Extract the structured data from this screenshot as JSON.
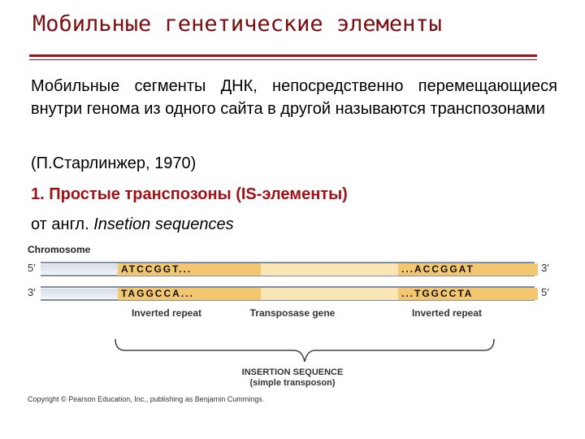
{
  "slide": {
    "title": "Мобильные генетические элементы",
    "paragraph": "Мобильные сегменты ДНК, непосредственно перемещающиеся внутри генома из одного сайта в другой называются транспозонами",
    "citation": "(П.Старлинжер, 1970)",
    "heading": "1. Простые транспозоны (IS-элементы)",
    "origin_prefix": "от англ. ",
    "origin_term": "Insetion sequences"
  },
  "diagram": {
    "chromosome_label": "Chromosome",
    "top_left_end": "5′",
    "top_right_end": "3′",
    "bottom_left_end": "3′",
    "bottom_right_end": "5′",
    "top_left_seq": "ATCCGGT...",
    "top_right_seq": "...ACCGGAT",
    "bottom_left_seq": "TAGGCCA...",
    "bottom_right_seq": "...TGGCCTA",
    "inverted_repeat_left": "Inverted repeat",
    "transposase_gene": "Transposase gene",
    "inverted_repeat_right": "Inverted repeat",
    "insertion_sequence": "INSERTION SEQUENCE",
    "simple_transposon": "(simple transposon)",
    "copyright": "Copyright © Pearson Education, Inc., publishing as Benjamin Cummings."
  },
  "colors": {
    "title": "#7a0e10",
    "accent": "#a01218",
    "sequence_block": "#f3c770",
    "strand": "#7f8ea6"
  }
}
